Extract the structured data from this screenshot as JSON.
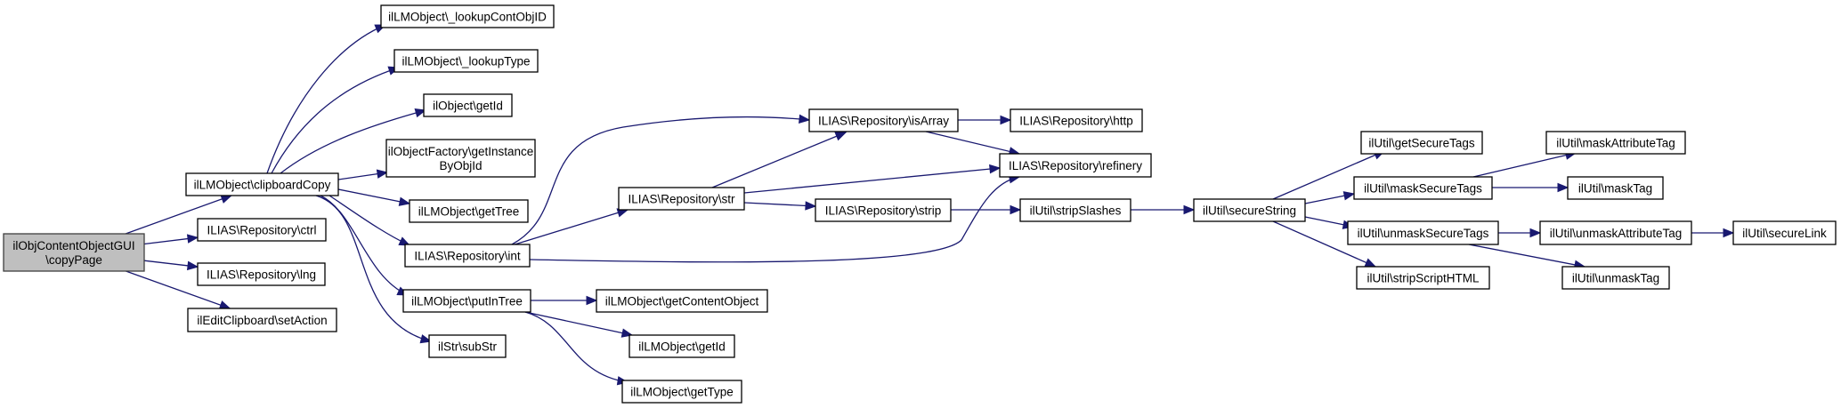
{
  "diagram": {
    "type": "call-graph",
    "colors": {
      "edge": "#191970",
      "root_fill": "#bfbfbf",
      "node_fill": "#ffffff",
      "node_border": "#000000"
    },
    "nodes": [
      {
        "id": "root",
        "lines": [
          "ilObjContentObjectGUI",
          "\\copyPage"
        ],
        "root": true
      },
      {
        "id": "clipboardCopy",
        "lines": [
          "ilLMObject\\clipboardCopy"
        ]
      },
      {
        "id": "ctrl",
        "lines": [
          "ILIAS\\Repository\\ctrl"
        ]
      },
      {
        "id": "lng",
        "lines": [
          "ILIAS\\Repository\\lng"
        ]
      },
      {
        "id": "setAction",
        "lines": [
          "ilEditClipboard\\setAction"
        ]
      },
      {
        "id": "lookupContObjID",
        "lines": [
          "ilLMObject\\_lookupContObjID"
        ]
      },
      {
        "id": "lookupType",
        "lines": [
          "ilLMObject\\_lookupType"
        ]
      },
      {
        "id": "objGetId",
        "lines": [
          "ilObject\\getId"
        ]
      },
      {
        "id": "getInstanceByObjId",
        "lines": [
          "ilObjectFactory\\getInstance",
          "ByObjId"
        ]
      },
      {
        "id": "getTree",
        "lines": [
          "ilLMObject\\getTree"
        ]
      },
      {
        "id": "int",
        "lines": [
          "ILIAS\\Repository\\int"
        ]
      },
      {
        "id": "putInTree",
        "lines": [
          "ilLMObject\\putInTree"
        ]
      },
      {
        "id": "subStr",
        "lines": [
          "ilStr\\subStr"
        ]
      },
      {
        "id": "str",
        "lines": [
          "ILIAS\\Repository\\str"
        ]
      },
      {
        "id": "getContentObject",
        "lines": [
          "ilLMObject\\getContentObject"
        ]
      },
      {
        "id": "lmGetId",
        "lines": [
          "ilLMObject\\getId"
        ]
      },
      {
        "id": "getType",
        "lines": [
          "ilLMObject\\getType"
        ]
      },
      {
        "id": "isArray",
        "lines": [
          "ILIAS\\Repository\\isArray"
        ]
      },
      {
        "id": "strip",
        "lines": [
          "ILIAS\\Repository\\strip"
        ]
      },
      {
        "id": "http",
        "lines": [
          "ILIAS\\Repository\\http"
        ]
      },
      {
        "id": "refinery",
        "lines": [
          "ILIAS\\Repository\\refinery"
        ]
      },
      {
        "id": "stripSlashes",
        "lines": [
          "ilUtil\\stripSlashes"
        ]
      },
      {
        "id": "secureString",
        "lines": [
          "ilUtil\\secureString"
        ]
      },
      {
        "id": "getSecureTags",
        "lines": [
          "ilUtil\\getSecureTags"
        ]
      },
      {
        "id": "maskSecureTags",
        "lines": [
          "ilUtil\\maskSecureTags"
        ]
      },
      {
        "id": "unmaskSecureTags",
        "lines": [
          "ilUtil\\unmaskSecureTags"
        ]
      },
      {
        "id": "stripScriptHTML",
        "lines": [
          "ilUtil\\stripScriptHTML"
        ]
      },
      {
        "id": "maskAttributeTag",
        "lines": [
          "ilUtil\\maskAttributeTag"
        ]
      },
      {
        "id": "maskTag",
        "lines": [
          "ilUtil\\maskTag"
        ]
      },
      {
        "id": "unmaskAttributeTag",
        "lines": [
          "ilUtil\\unmaskAttributeTag"
        ]
      },
      {
        "id": "unmaskTag",
        "lines": [
          "ilUtil\\unmaskTag"
        ]
      },
      {
        "id": "secureLink",
        "lines": [
          "ilUtil\\secureLink"
        ]
      }
    ],
    "edges": [
      [
        "root",
        "clipboardCopy"
      ],
      [
        "root",
        "ctrl"
      ],
      [
        "root",
        "lng"
      ],
      [
        "root",
        "setAction"
      ],
      [
        "clipboardCopy",
        "lookupContObjID"
      ],
      [
        "clipboardCopy",
        "lookupType"
      ],
      [
        "clipboardCopy",
        "objGetId"
      ],
      [
        "clipboardCopy",
        "getInstanceByObjId"
      ],
      [
        "clipboardCopy",
        "getTree"
      ],
      [
        "clipboardCopy",
        "int"
      ],
      [
        "clipboardCopy",
        "putInTree"
      ],
      [
        "clipboardCopy",
        "subStr"
      ],
      [
        "int",
        "isArray"
      ],
      [
        "int",
        "str"
      ],
      [
        "int",
        "refinery"
      ],
      [
        "str",
        "isArray"
      ],
      [
        "str",
        "refinery"
      ],
      [
        "str",
        "strip"
      ],
      [
        "isArray",
        "http"
      ],
      [
        "isArray",
        "refinery"
      ],
      [
        "strip",
        "stripSlashes"
      ],
      [
        "putInTree",
        "getContentObject"
      ],
      [
        "putInTree",
        "lmGetId"
      ],
      [
        "putInTree",
        "getType"
      ],
      [
        "stripSlashes",
        "secureString"
      ],
      [
        "secureString",
        "getSecureTags"
      ],
      [
        "secureString",
        "maskSecureTags"
      ],
      [
        "secureString",
        "unmaskSecureTags"
      ],
      [
        "secureString",
        "stripScriptHTML"
      ],
      [
        "maskSecureTags",
        "maskAttributeTag"
      ],
      [
        "maskSecureTags",
        "maskTag"
      ],
      [
        "unmaskSecureTags",
        "unmaskAttributeTag"
      ],
      [
        "unmaskSecureTags",
        "unmaskTag"
      ],
      [
        "unmaskAttributeTag",
        "secureLink"
      ]
    ]
  }
}
